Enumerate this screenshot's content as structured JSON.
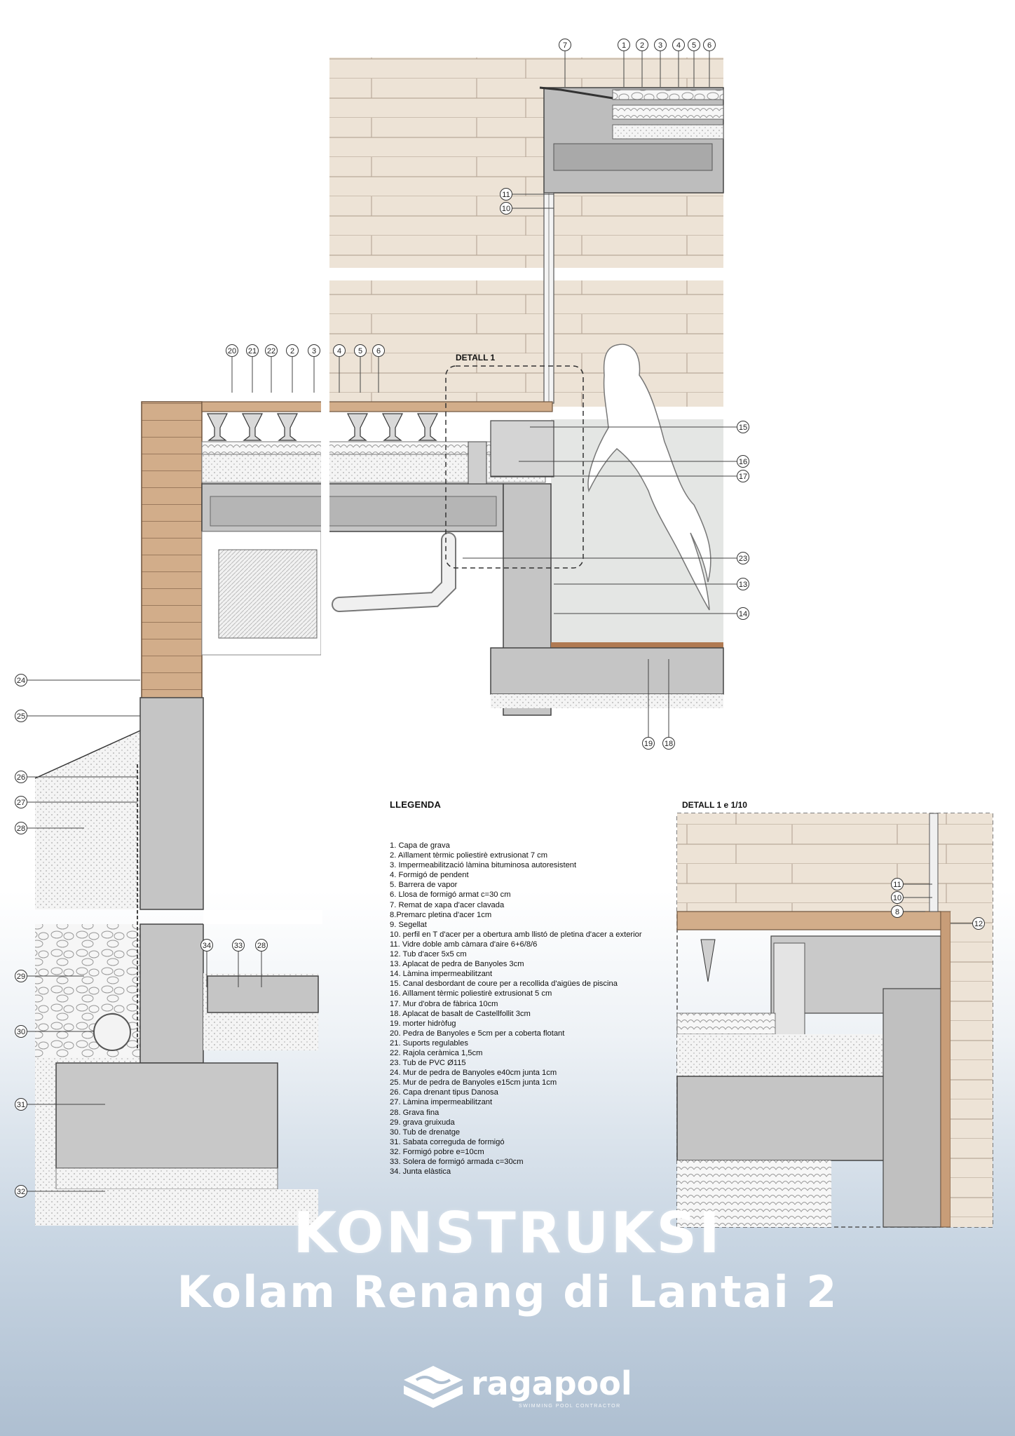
{
  "detail_label": "DETALL 1",
  "detail_scale_label": "DETALL 1 e 1/10",
  "callouts": {
    "top": [
      "7",
      "1",
      "2",
      "3",
      "4",
      "5",
      "6"
    ],
    "window": [
      "11",
      "10"
    ],
    "terrace": [
      "20",
      "21",
      "22",
      "2",
      "3",
      "4",
      "5",
      "6"
    ],
    "right": [
      "15",
      "16",
      "17",
      "23",
      "13",
      "14"
    ],
    "bottom": [
      "19",
      "18"
    ],
    "left": [
      "24",
      "25",
      "26",
      "27",
      "28",
      "29",
      "30",
      "31",
      "32"
    ],
    "foundation": [
      "34",
      "33",
      "28"
    ],
    "detail": [
      "11",
      "10",
      "8",
      "12"
    ]
  },
  "legend": {
    "title": "LLEGENDA",
    "items": [
      "1. Capa de grava",
      "2.  Aïllament tèrmic poliestirè extrusionat 7 cm",
      "3. Impermeabilització làmina bituminosa autoresistent",
      "4. Formigó de pendent",
      "5. Barrera de vapor",
      "6. Llosa de formigó armat c=30 cm",
      "7. Remat de xapa d'acer clavada",
      "8.Premarc pletina d'acer 1cm",
      "9. Segellat",
      "10. perfil en T d'acer per a obertura amb llistó de pletina d'acer a exterior",
      "11. Vidre doble amb càmara d'aire 6+6/8/6",
      "12. Tub d'acer 5x5 cm",
      "13. Aplacat de pedra de Banyoles 3cm",
      "14. Làmina impermeabilitzant",
      "15. Canal desbordant de coure per a recollida d'aigües de piscina",
      "16. Aïllament tèrmic poliestirè extrusionat 5 cm",
      "17. Mur d'obra de fàbrica 10cm",
      "18. Aplacat de basalt de Castellfollit 3cm",
      "19. morter hidròfug",
      "20. Pedra de Banyoles e 5cm per a coberta flotant",
      "21. Suports regulables",
      "22. Rajola ceràmica 1,5cm",
      "23. Tub de PVC Ø115",
      "24. Mur de pedra de Banyoles e40cm junta 1cm",
      "25. Mur de pedra de Banyoles e15cm junta 1cm",
      "26. Capa drenant tipus Danosa",
      "27. Làmina impermeabilitzant",
      "28. Grava fina",
      "29. grava gruixuda",
      "30. Tub de drenatge",
      "31. Sabata correguda de formigó",
      "32. Formigó pobre e=10cm",
      "33. Solera de formigó armada c=30cm",
      "34. Junta elàstica"
    ]
  },
  "title": "KONSTRUKSI",
  "subtitle": "Kolam Renang di Lantai 2",
  "brand": {
    "name": "ragapool",
    "tagline": "SWIMMING POOL CONTRACTOR"
  },
  "colors": {
    "stone_wall": "#ede3d6",
    "wood": "#d2ad8a",
    "concrete": "#c8c8c8",
    "water": "#e0e2e0",
    "line": "#444444",
    "background_bottom": "#aebfd1"
  }
}
